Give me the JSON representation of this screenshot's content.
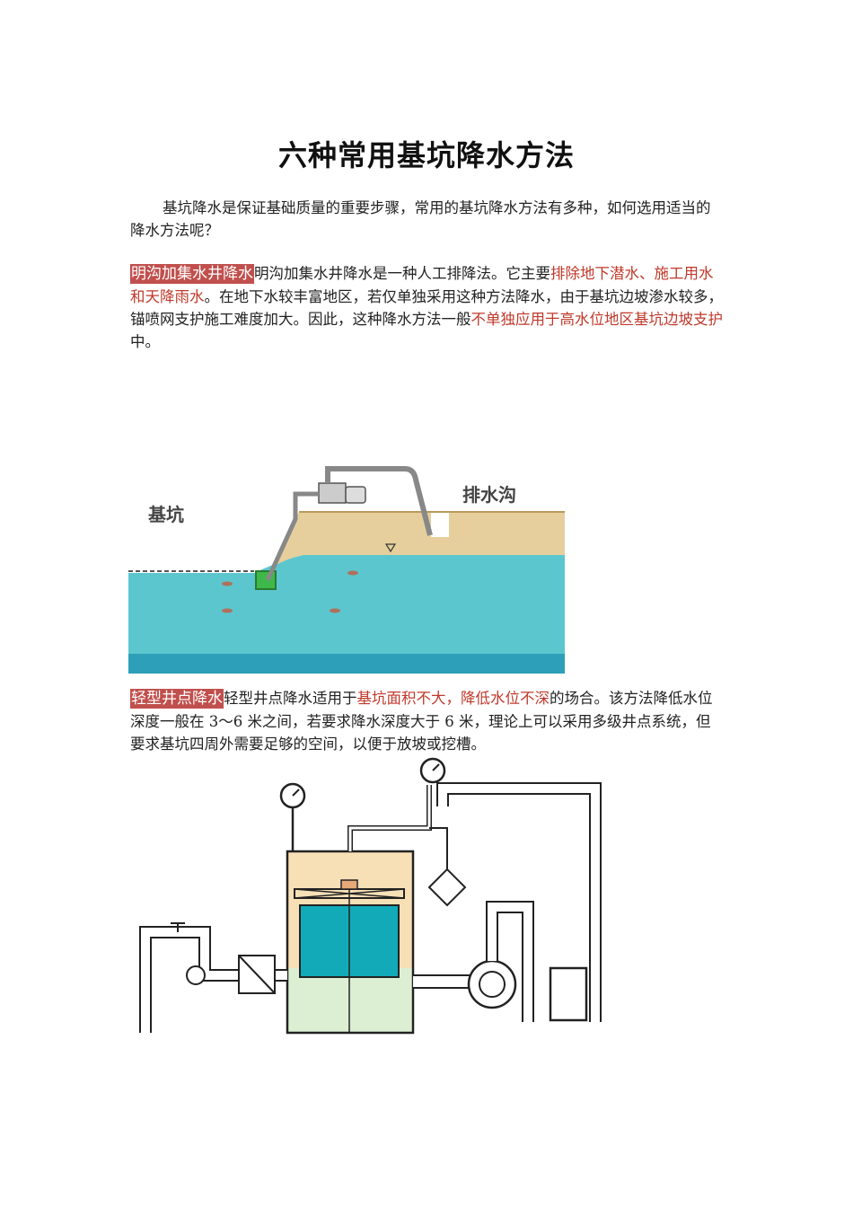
{
  "title": "六种常用基坑降水方法",
  "intro": "基坑降水是保证基础质量的重要步骤，常用的基坑降水方法有多种，如何选用适当的降水方法呢？",
  "section1": {
    "tag": "明沟加集水井降水",
    "t1": "明沟加集水井降水是一种人工排降法。它主要",
    "r1": "排除地下潜水、施工用水和天降雨水",
    "t2": "。在地下水较丰富地区，若仅单独采用这种方法降水，由于基坑边坡渗水较多，锚喷网支护施工难度加大。因此，这种降水方法一般",
    "r2": "不单独应用于高水位地区基坑边坡支护",
    "t3": "中。",
    "figure": {
      "label_pit": "基坑",
      "label_ditch": "排水沟"
    }
  },
  "section2": {
    "tag": "轻型井点降水",
    "t1": "轻型井点降水适用于",
    "r1": "基坑面积不大，降低水位不深",
    "t2": "的场合。该方法降低水位深度一般在 3～6 米之间，若要求降水深度大于 6 米，理论上可以采用多级井点系统，但要求基坑四周外需要足够的空间，以便于放坡或挖槽。"
  },
  "colors": {
    "tag_bg": "#c0504d",
    "highlight_text": "#c0392b",
    "water": "#5cc6cf",
    "soil": "#e6cf9c"
  }
}
